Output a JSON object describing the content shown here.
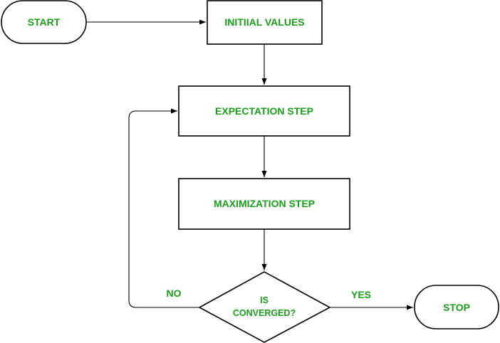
{
  "diagram": {
    "nodes": {
      "start": {
        "label": "START",
        "shape": "terminator"
      },
      "initial": {
        "label": "INITIIAL VALUES",
        "shape": "process"
      },
      "expectation": {
        "label": "EXPECTATION STEP",
        "shape": "process"
      },
      "maximization": {
        "label": "MAXIMIZATION STEP",
        "shape": "process"
      },
      "decision": {
        "label_line1": "IS",
        "label_line2": "CONVERGED?",
        "shape": "decision"
      },
      "stop": {
        "label": "STOP",
        "shape": "terminator"
      }
    },
    "edges": {
      "no": {
        "label": "NO",
        "from": "decision",
        "to": "expectation"
      },
      "yes": {
        "label": "YES",
        "from": "decision",
        "to": "stop"
      }
    },
    "colors": {
      "text": "#1a9e1a",
      "stroke": "#000000",
      "fill": "#ffffff"
    }
  }
}
